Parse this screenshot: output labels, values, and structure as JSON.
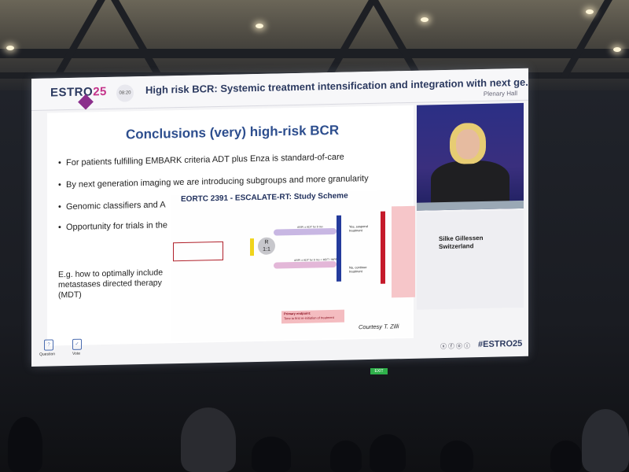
{
  "conference": {
    "logo_prefix": "ESTRO",
    "logo_suffix": "25",
    "time": "08:20",
    "session_title": "High risk BCR: Systemic treatment intensification and integration with next ge...",
    "room": "Plenary Hall",
    "hashtag": "#ESTRO25"
  },
  "slide": {
    "title": "Conclusions (very) high-risk BCR",
    "bullets": [
      "For patients fulfilling EMBARK criteria ADT plus Enza is standard-of-care",
      "By next generation imaging we are introducing subgroups and more granularity",
      "Genomic classifiers and A",
      "Opportunity for trials in the"
    ],
    "example_line1": "E.g. how to optimally include",
    "example_line2": "metastases directed therapy",
    "example_line3": "(MDT)"
  },
  "scheme": {
    "title": "EORTC 2391 - ESCALATE-RT: Study Scheme",
    "randomization": "R",
    "ratio": "1:1",
    "arm_top": "ARPI ± ADT for 9 mo",
    "arm_bottom": "ARPI ± ADT for 9 mo + MDT / WPRT",
    "outcome_top": "Yes, suspend treatment",
    "outcome_bottom": "No, continue treatment",
    "primary_endpoint": "Primary endpoint:",
    "primary_endpoint_text": "Time to first re-initiation of treatment",
    "courtesy": "Courtesy T. Zilli"
  },
  "speaker": {
    "name": "Silke Gillessen",
    "country": "Switzerland"
  },
  "ui": {
    "question_label": "Question",
    "vote_label": "Vote"
  },
  "exit_sign": "EXIT"
}
